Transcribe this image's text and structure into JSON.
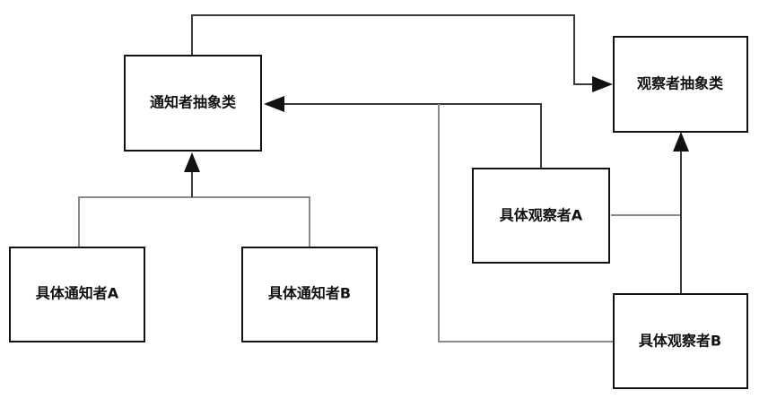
{
  "nodes": {
    "notifier_abstract": "通知者抽象类",
    "observer_abstract": "观察者抽象类",
    "concrete_notifier_a": "具体通知者A",
    "concrete_notifier_b": "具体通知者B",
    "concrete_observer_a": "具体观察者A",
    "concrete_observer_b": "具体观察者B"
  }
}
